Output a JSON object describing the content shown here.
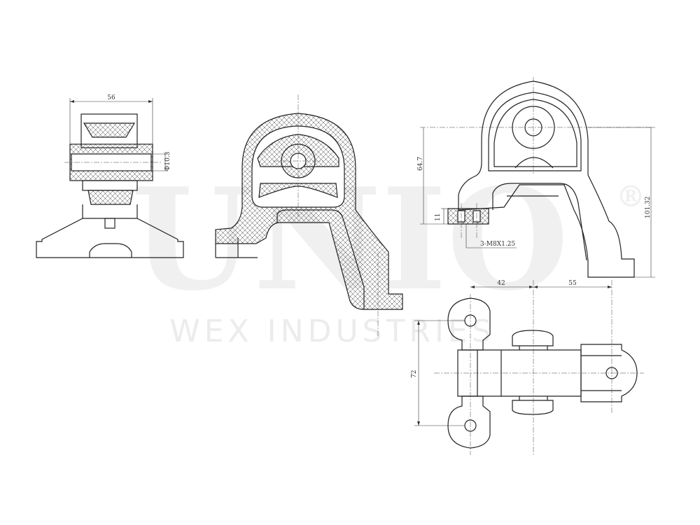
{
  "watermark": {
    "brand": "UNIO",
    "registered": "®",
    "subtitle": "WEX INDUSTRIES"
  },
  "dimensions": {
    "side_width": "56",
    "bore_diameter": "Φ10.3",
    "height_64": "64.7",
    "height_101": "101.32",
    "thickness": "11",
    "thread": "3-M8X1.25",
    "offset_left": "42",
    "offset_right": "55",
    "spacing_72": "72"
  },
  "colors": {
    "line": "#222222",
    "watermark": "#f0f0f0"
  }
}
